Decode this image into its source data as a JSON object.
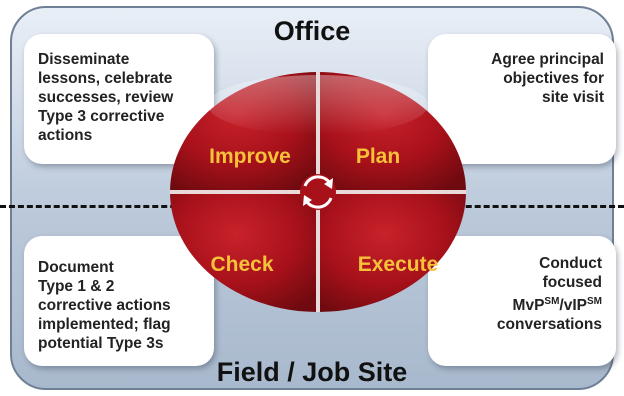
{
  "headings": {
    "top": "Office",
    "bottom": "Field / Job Site"
  },
  "quadrants": {
    "top_left": "Improve",
    "top_right": "Plan",
    "bottom_left": "Check",
    "bottom_right": "Execute"
  },
  "cards": {
    "top_left": "Disseminate\nlessons, celebrate\nsuccesses, review\nType 3 corrective\nactions",
    "top_right": "Agree principal\nobjectives for\nsite visit",
    "bottom_left": "Document\nType 1 & 2\ncorrective actions\nimplemented; flag\npotential Type 3s",
    "bottom_right": {
      "line1": "Conduct",
      "line2": "focused",
      "mvp": "MvP",
      "sm1": "SM",
      "slash": "/vIP",
      "sm2": "SM",
      "line4": "conversations"
    }
  },
  "center_icon": "cycle-arrows-icon",
  "colors": {
    "circle_red": "#a8111a",
    "label_gold": "#f6c23a",
    "frame": "#bac8da"
  }
}
